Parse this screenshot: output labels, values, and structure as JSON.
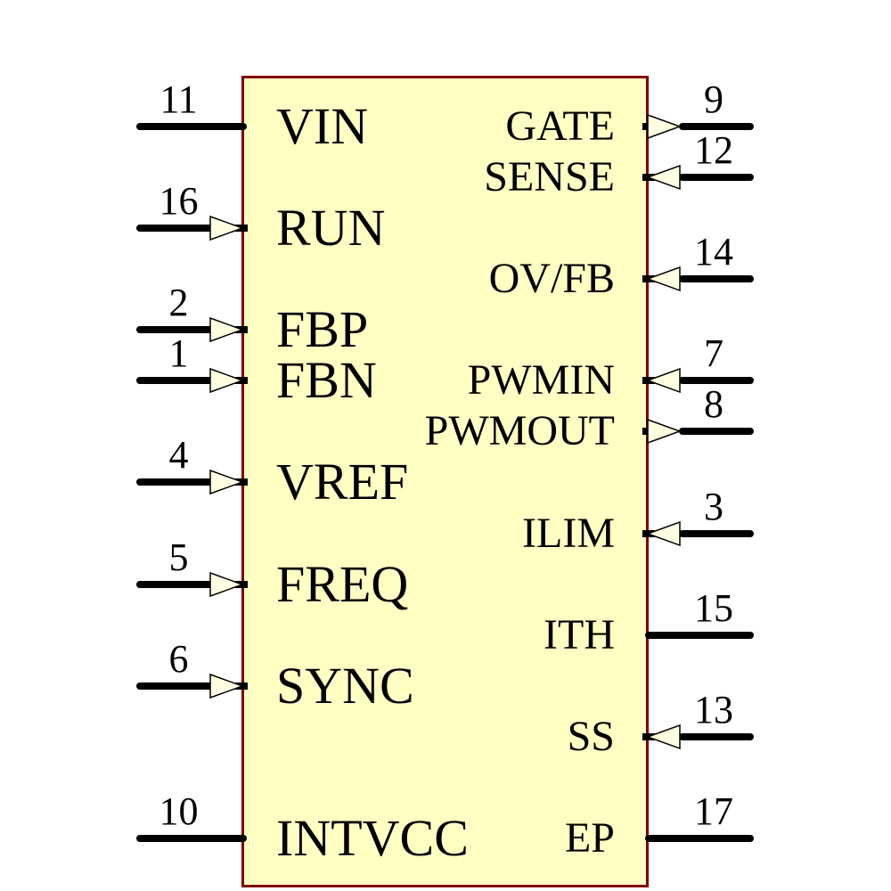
{
  "diagram": {
    "kind": "schematic-ic-symbol",
    "colors": {
      "body_fill": "#FFFFC3",
      "body_border": "#7F0000",
      "arrow_fill": "#FFFFE1",
      "wire": "#000000",
      "text": "#000000",
      "background": "#FFFFFF"
    },
    "symbol": {
      "left_pins": [
        {
          "number": "11",
          "name": "VIN",
          "type": "plain",
          "row": 0,
          "arrow_icon": ""
        },
        {
          "number": "16",
          "name": "RUN",
          "type": "input",
          "row": 2,
          "arrow_icon": "input-arrow-icon"
        },
        {
          "number": "2",
          "name": "FBP",
          "type": "input",
          "row": 4,
          "arrow_icon": "input-arrow-icon"
        },
        {
          "number": "1",
          "name": "FBN",
          "type": "input",
          "row": 5,
          "arrow_icon": "input-arrow-icon"
        },
        {
          "number": "4",
          "name": "VREF",
          "type": "input",
          "row": 7,
          "arrow_icon": "input-arrow-icon"
        },
        {
          "number": "5",
          "name": "FREQ",
          "type": "input",
          "row": 9,
          "arrow_icon": "input-arrow-icon"
        },
        {
          "number": "6",
          "name": "SYNC",
          "type": "input",
          "row": 11,
          "arrow_icon": "input-arrow-icon"
        },
        {
          "number": "10",
          "name": "INTVCC",
          "type": "plain",
          "row": 14,
          "arrow_icon": ""
        }
      ],
      "right_pins": [
        {
          "number": "9",
          "name": "GATE",
          "type": "output",
          "row": 0,
          "arrow_icon": "output-arrow-icon"
        },
        {
          "number": "12",
          "name": "SENSE",
          "type": "input",
          "row": 1,
          "arrow_icon": "input-arrow-icon"
        },
        {
          "number": "14",
          "name": "OV/FB",
          "type": "input",
          "row": 3,
          "arrow_icon": "input-arrow-icon"
        },
        {
          "number": "7",
          "name": "PWMIN",
          "type": "input",
          "row": 5,
          "arrow_icon": "input-arrow-icon"
        },
        {
          "number": "8",
          "name": "PWMOUT",
          "type": "output",
          "row": 6,
          "arrow_icon": "output-arrow-icon"
        },
        {
          "number": "3",
          "name": "ILIM",
          "type": "input",
          "row": 8,
          "arrow_icon": "input-arrow-icon"
        },
        {
          "number": "15",
          "name": "ITH",
          "type": "plain",
          "row": 10,
          "arrow_icon": ""
        },
        {
          "number": "13",
          "name": "SS",
          "type": "input",
          "row": 12,
          "arrow_icon": "input-arrow-icon"
        },
        {
          "number": "17",
          "name": "EP",
          "type": "plain",
          "row": 14,
          "arrow_icon": ""
        }
      ]
    }
  }
}
